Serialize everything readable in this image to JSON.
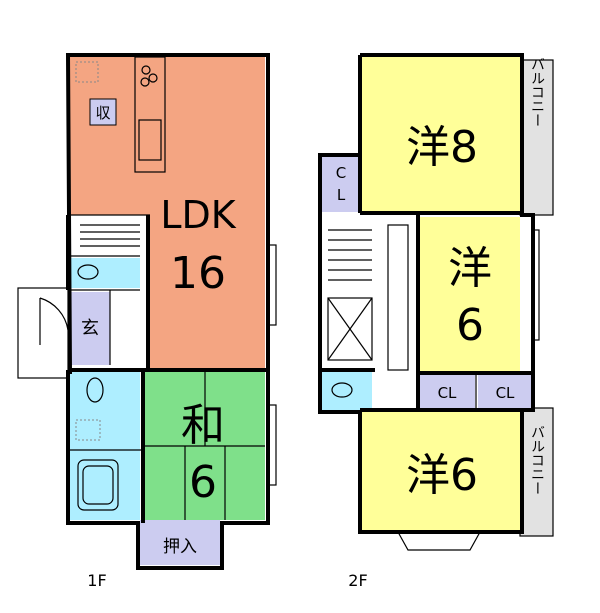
{
  "floor1": {
    "caption": "1F",
    "ldk_label": "LDK",
    "ldk_size": "16",
    "storage_label": "収",
    "entrance_label": "玄",
    "washitsu_label": "和",
    "washitsu_size": "6",
    "closet_label": "押入"
  },
  "floor2": {
    "caption": "2F",
    "room_top_label": "洋8",
    "room_mid_label_top": "洋",
    "room_mid_label_bottom": "6",
    "room_bottom_label": "洋6",
    "cl_label": "CL",
    "cl_left_top": "C",
    "cl_left_bottom": "L",
    "balcony_label": "バルコニー"
  },
  "colors": {
    "ldk": "#f4a582",
    "washitsu": "#7fe08a",
    "bathroom": "#aeeeff",
    "entrance": "#ccccf0",
    "western": "#ffff99",
    "balcony": "#e2e2e2"
  }
}
